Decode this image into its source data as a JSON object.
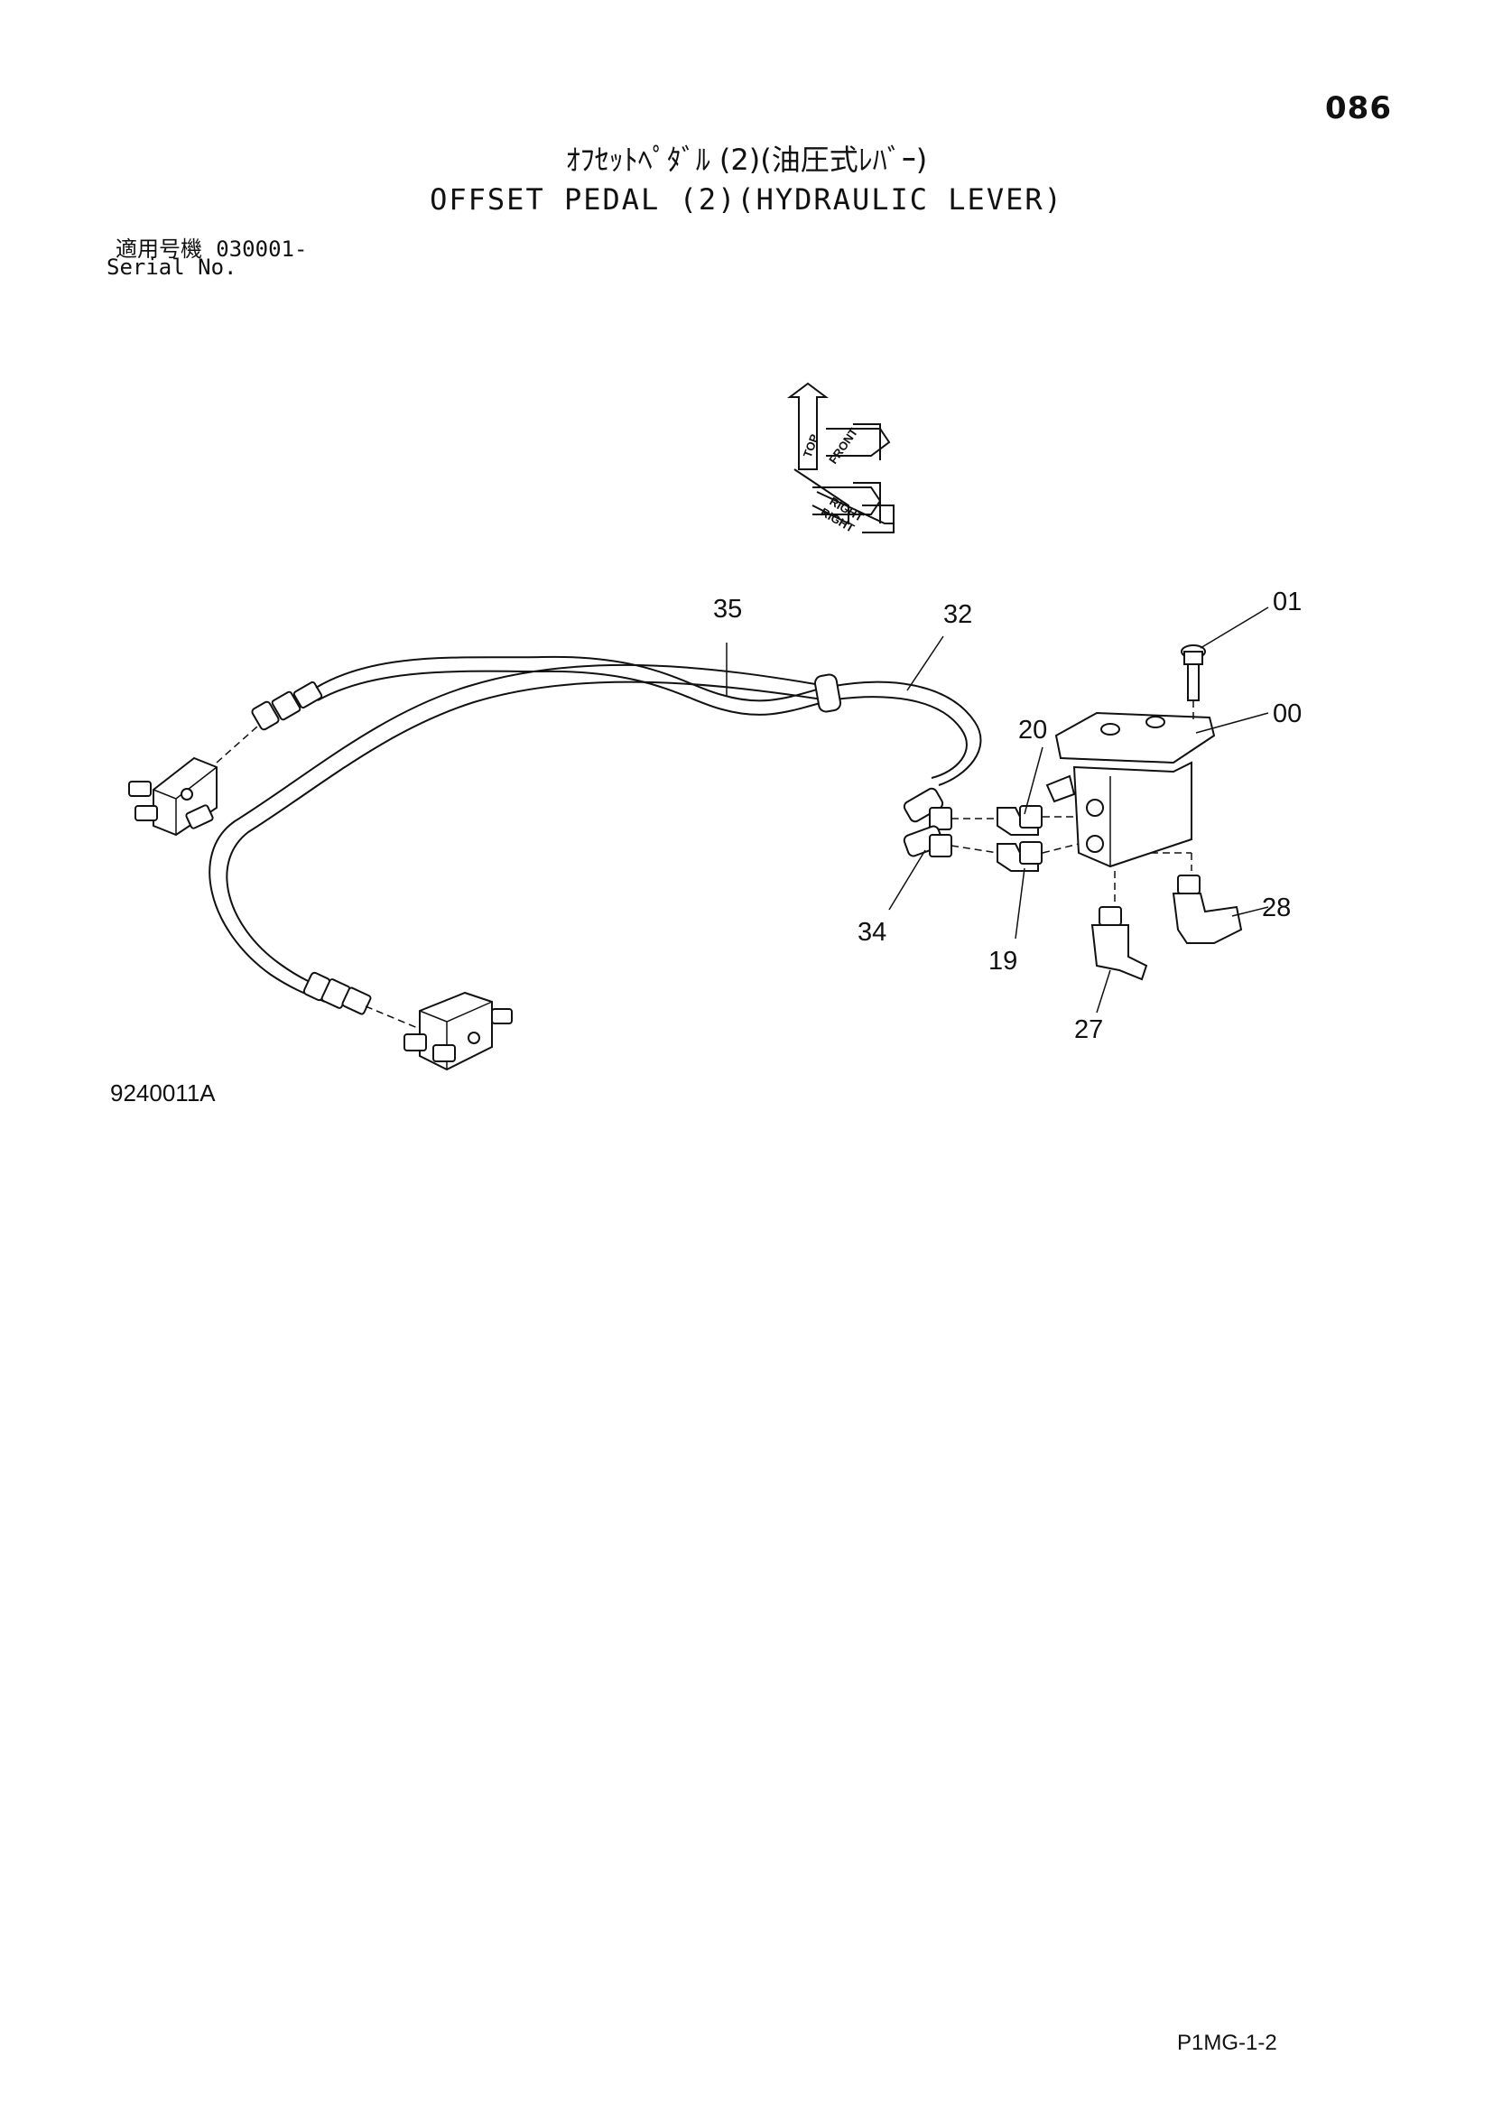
{
  "header": {
    "page_number": "086",
    "title_jp": "ｵﾌｾｯﾄﾍﾟﾀﾞﾙ (2)(油圧式ﾚﾊﾞｰ)",
    "title_en": "OFFSET PEDAL (2)(HYDRAULIC LEVER)",
    "serial_label_jp": "適用号機",
    "serial_value": "030001-",
    "serial_label_en": "Serial No."
  },
  "orientation": {
    "labels": [
      "TOP",
      "FRONT",
      "RIGHT",
      "RIGHT"
    ]
  },
  "callouts": [
    {
      "id": "01",
      "label": "01"
    },
    {
      "id": "00",
      "label": "00"
    },
    {
      "id": "35",
      "label": "35"
    },
    {
      "id": "32",
      "label": "32"
    },
    {
      "id": "20",
      "label": "20"
    },
    {
      "id": "34",
      "label": "34"
    },
    {
      "id": "19",
      "label": "19"
    },
    {
      "id": "28",
      "label": "28"
    },
    {
      "id": "27",
      "label": "27"
    }
  ],
  "footer": {
    "diagram_code": "9240011A",
    "sheet_code": "P1MG-1-2"
  }
}
